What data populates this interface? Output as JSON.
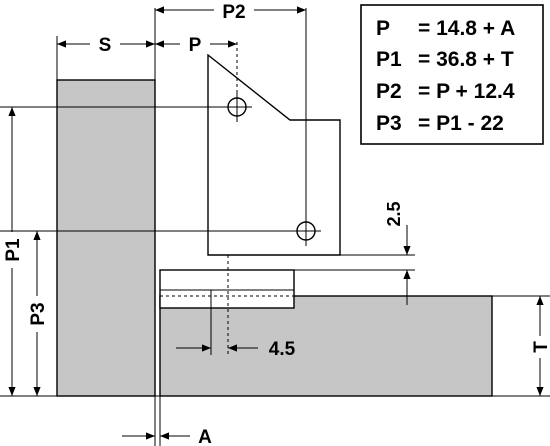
{
  "dimensions": {
    "s": "S",
    "p": "P",
    "p2": "P2",
    "p1": "P1",
    "p3": "P3",
    "t": "T",
    "a": "A",
    "d25": "2.5",
    "d45": "4.5"
  },
  "formulas": [
    {
      "lhs": "P",
      "rhs": "= 14.8 + A"
    },
    {
      "lhs": "P1",
      "rhs": "= 36.8 + T"
    },
    {
      "lhs": "P2",
      "rhs": "= P + 12.4"
    },
    {
      "lhs": "P3",
      "rhs": "= P1 - 22"
    }
  ],
  "colors": {
    "part_fill": "#c6c6c6",
    "line": "#000000"
  }
}
